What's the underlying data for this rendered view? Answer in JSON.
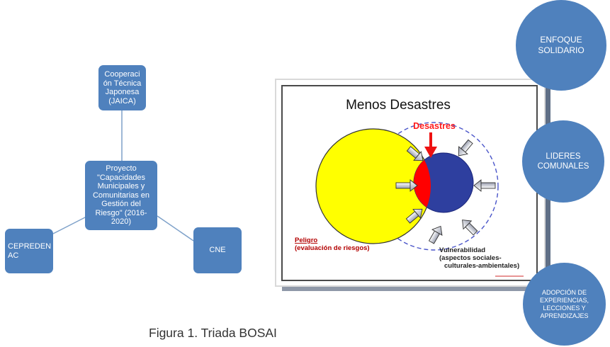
{
  "network": {
    "jica": "Cooperaci\nón Técnica\nJaponesa\n(JAICA)",
    "project": "Proyecto\n\"Capacidades\nMunicipales y\nComunitarias en\nGestión del\nRiesgo\" (2016-\n2020)",
    "cepreden": "CEPREDEN\nAC",
    "cne": "CNE"
  },
  "slide": {
    "title": "Menos Desastres",
    "disasters_label": "Desastres",
    "hazard_label": "Peligro",
    "hazard_sub": "(evaluación de riesgos)",
    "vuln_label": "Vulnerabilidad",
    "vuln_sub1": "(aspectos sociales-",
    "vuln_sub2": "culturales-ambientales)"
  },
  "circles": [
    {
      "label": "ENFOQUE\nSOLIDARIO"
    },
    {
      "label": "LIDERES\nCOMUNALES"
    },
    {
      "label": "ADOPCIÓN DE\nEXPERIENCIAS,\nLECCIONES Y\nAPRENDIZAJES"
    }
  ],
  "caption": "Figura 1. Triada BOSAI",
  "colors": {
    "box_blue": "#4f81bd",
    "hazard_yellow": "#ffff00",
    "vulnerability_blue": "#2e3f9f",
    "disaster_red": "#ff0000"
  }
}
